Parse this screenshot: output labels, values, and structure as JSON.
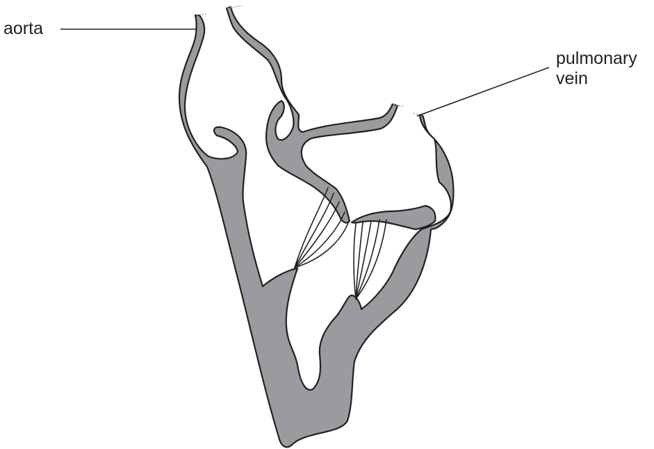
{
  "labels": {
    "aorta": "aorta",
    "pulmonary_vein_line1": "pulmonary",
    "pulmonary_vein_line2": "vein"
  },
  "colors": {
    "tissue": "#9a9b9e",
    "outline": "#231f20",
    "background": "#ffffff"
  }
}
